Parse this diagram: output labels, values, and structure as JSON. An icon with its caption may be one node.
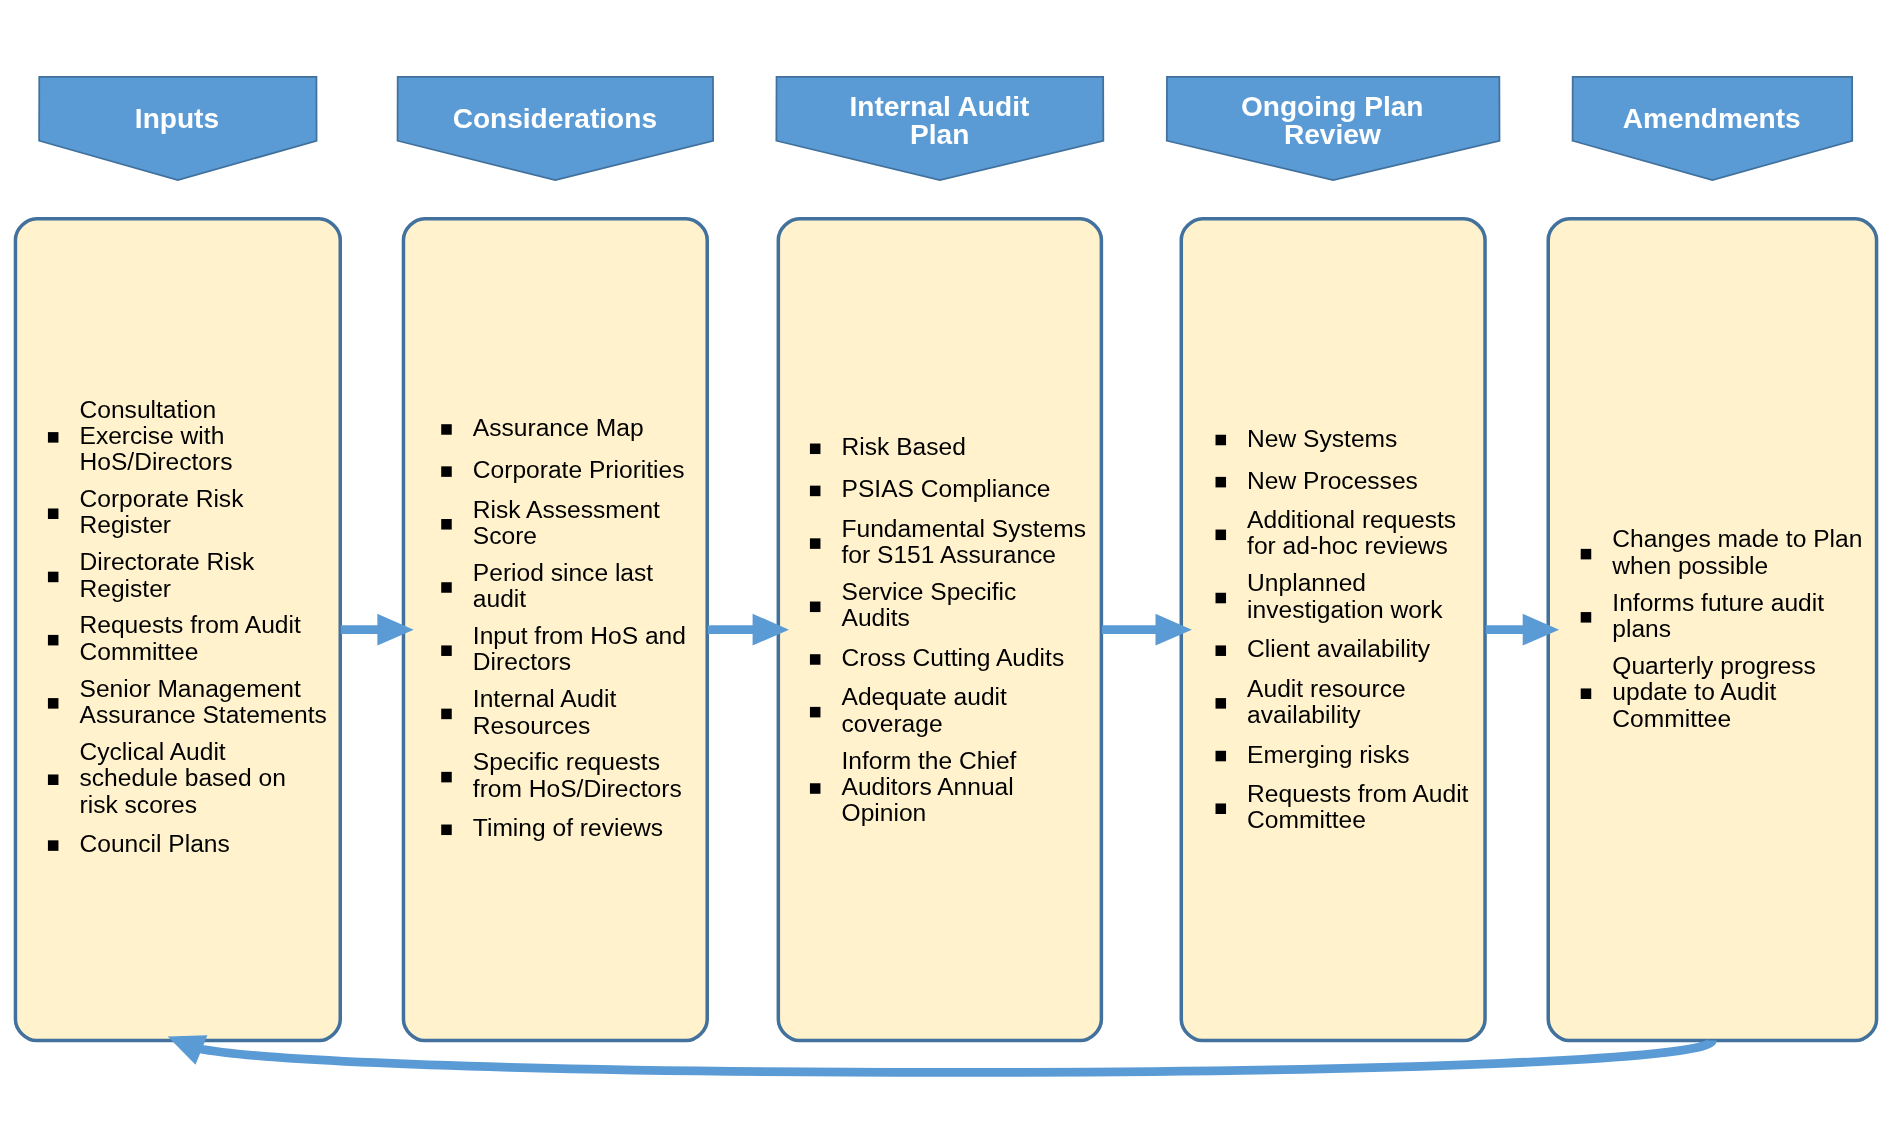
{
  "diagram": {
    "nodes": [
      {
        "text": [
          "Inputs"
        ]
      },
      {
        "text": [
          "Considerations"
        ]
      },
      {
        "text": [
          "Internal Audit Plan"
        ]
      },
      {
        "text": [
          "Ongoing Plan Review"
        ]
      },
      {
        "text": [
          "Amendments"
        ]
      },
      {
        "text": [
          "Consultation Exercise with HoS/Directors",
          "Corporate Risk Register",
          "Directorate Risk Register",
          "Requests from Audit Committee",
          "Senior Management Assurance Statements",
          "Cyclical Audit schedule based on risk scores",
          "Council Plans"
        ]
      },
      {
        "text": [
          "Assurance Map",
          "Corporate Priorities",
          "Risk Assessment Score",
          "Period since last audit",
          "Input from HoS and Directors",
          "Internal Audit Resources",
          "Specific requests from HoS/Directors",
          "Timing of reviews"
        ]
      },
      {
        "text": [
          "Risk Based",
          "PSIAS Compliance",
          "Fundamental Systems for S151 Assurance",
          "Service Specific Audits",
          "Cross Cutting Audits",
          "Adequate audit coverage",
          "Inform the Chief Auditors Annual Opinion"
        ]
      },
      {
        "text": [
          "New Systems",
          "New Processes",
          "Additional requests for ad-hoc reviews",
          "Unplanned investigation work",
          "Client availability",
          "Audit resource availability",
          "Emerging risks",
          "Requests from Audit Committee"
        ]
      },
      {
        "text": [
          "Changes made to Plan when possible",
          "Informs future audit plans",
          "Quarterly progress update to Audit Committee"
        ]
      }
    ],
    "edges": [
      {
        "from": 5,
        "to": 6,
        "arrow": "to"
      },
      {
        "from": 6,
        "to": 7,
        "arrow": "to"
      },
      {
        "from": 7,
        "to": 8,
        "arrow": "to"
      },
      {
        "from": 8,
        "to": 9,
        "arrow": "to"
      },
      {
        "from": 9,
        "to": 5,
        "arrow": "to"
      }
    ]
  }
}
